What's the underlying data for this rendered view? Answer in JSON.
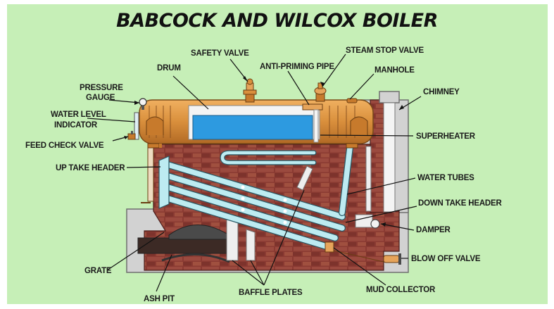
{
  "title": "BABCOCK AND WILCOX BOILER",
  "labels": {
    "safety_valve": "SAFETY VALVE",
    "steam_stop_valve": "STEAM STOP VALVE",
    "drum": "DRUM",
    "anti_priming_pipe": "ANTI-PRIMING PIPE",
    "manhole": "MANHOLE",
    "pressure_gauge_1": "PRESSURE",
    "pressure_gauge_2": "GAUGE",
    "chimney": "CHIMNEY",
    "water_level_1": "WATER LEVEL",
    "water_level_2": "INDICATOR",
    "superheater": "SUPERHEATER",
    "feed_check_valve": "FEED CHECK VALVE",
    "up_take_header": "UP TAKE HEADER",
    "water_tubes": "WATER TUBES",
    "down_take_header": "DOWN TAKE HEADER",
    "damper": "DAMPER",
    "blow_off_valve": "BLOW OFF VALVE",
    "grate": "GRATE",
    "mud_collector": "MUD COLLECTOR",
    "baffle_plates": "BAFFLE PLATES",
    "ash_pit": "ASH PIT"
  },
  "colors": {
    "background": "#c6efb7",
    "drum": "#d98f3c",
    "water": "#2d9ae0",
    "brick": "#8e3b33",
    "tubes": "#b9e9ef",
    "casing": "#d2d2d2"
  }
}
